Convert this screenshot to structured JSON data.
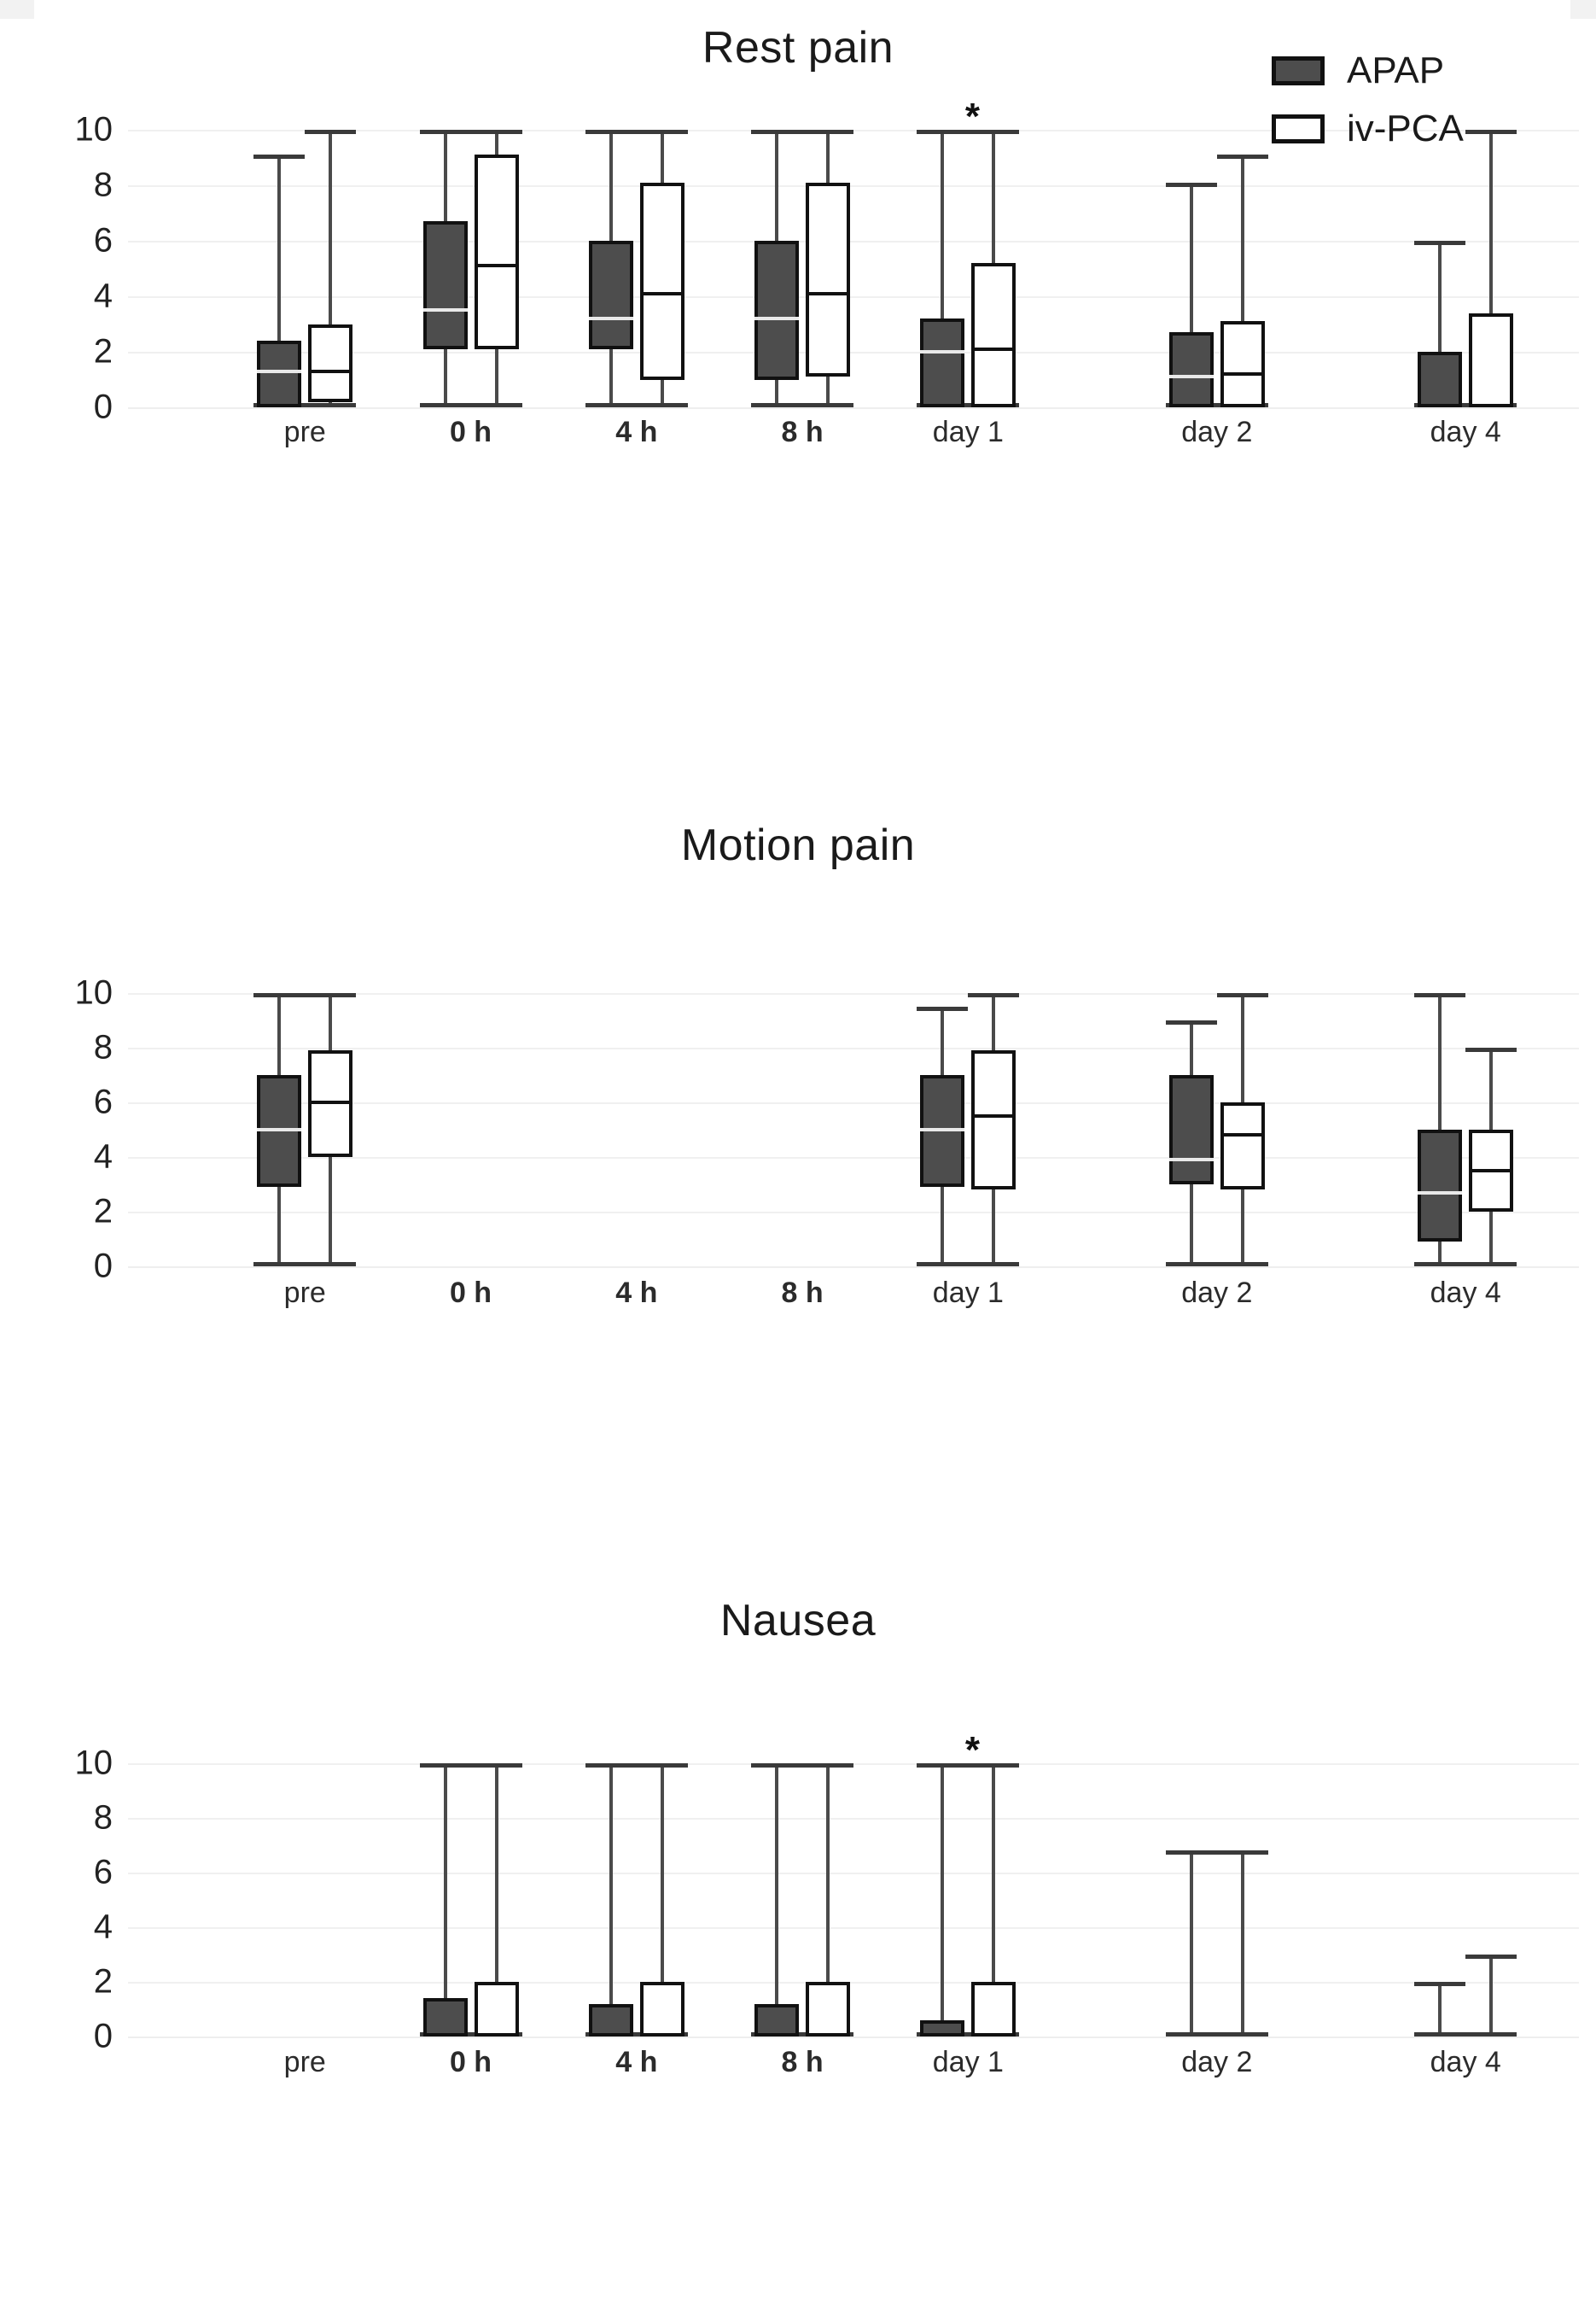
{
  "figure": {
    "legend": [
      {
        "key": "APAP",
        "label": "APAP",
        "style": "filled",
        "color": "#4d4d4d"
      },
      {
        "key": "iv-PCA",
        "label": "iv-PCA",
        "style": "open",
        "color": "#ffffff"
      }
    ],
    "significance_marker": "*"
  },
  "chart_data": [
    {
      "type": "box",
      "title": "Rest pain",
      "xlabel": "",
      "ylabel": "",
      "ylim": [
        0,
        10
      ],
      "yticks": [
        0,
        2,
        4,
        6,
        8,
        10
      ],
      "grid": true,
      "legend_position": "top-right",
      "categories": [
        "pre",
        "0 h",
        "4 h",
        "8 h",
        "day 1",
        "day 2",
        "day 4"
      ],
      "annotations": [
        {
          "text": "*",
          "category": "day 1",
          "y": 10.6
        }
      ],
      "series": [
        {
          "name": "APAP",
          "boxes": [
            {
              "category": "pre",
              "whisker_low": 0.0,
              "q1": 0.0,
              "median": 1.3,
              "q3": 2.4,
              "whisker_high": 9.1
            },
            {
              "category": "0 h",
              "whisker_low": 0.0,
              "q1": 2.1,
              "median": 3.5,
              "q3": 6.7,
              "whisker_high": 10.0
            },
            {
              "category": "4 h",
              "whisker_low": 0.0,
              "q1": 2.1,
              "median": 3.2,
              "q3": 6.0,
              "whisker_high": 10.0
            },
            {
              "category": "8 h",
              "whisker_low": 0.0,
              "q1": 1.0,
              "median": 3.2,
              "q3": 6.0,
              "whisker_high": 10.0
            },
            {
              "category": "day 1",
              "whisker_low": 0.0,
              "q1": 0.0,
              "median": 2.0,
              "q3": 3.2,
              "whisker_high": 10.0
            },
            {
              "category": "day 2",
              "whisker_low": 0.0,
              "q1": 0.0,
              "median": 1.1,
              "q3": 2.7,
              "whisker_high": 8.1
            },
            {
              "category": "day 4",
              "whisker_low": 0.0,
              "q1": 0.0,
              "median": 0.0,
              "q3": 2.0,
              "whisker_high": 6.0
            }
          ]
        },
        {
          "name": "iv-PCA",
          "boxes": [
            {
              "category": "pre",
              "whisker_low": 0.0,
              "q1": 0.2,
              "median": 1.3,
              "q3": 3.0,
              "whisker_high": 10.0
            },
            {
              "category": "0 h",
              "whisker_low": 0.0,
              "q1": 2.1,
              "median": 5.1,
              "q3": 9.1,
              "whisker_high": 10.0
            },
            {
              "category": "4 h",
              "whisker_low": 0.0,
              "q1": 1.0,
              "median": 4.1,
              "q3": 8.1,
              "whisker_high": 10.0
            },
            {
              "category": "8 h",
              "whisker_low": 0.0,
              "q1": 1.1,
              "median": 4.1,
              "q3": 8.1,
              "whisker_high": 10.0
            },
            {
              "category": "day 1",
              "whisker_low": 0.0,
              "q1": 0.0,
              "median": 2.1,
              "q3": 5.2,
              "whisker_high": 10.0
            },
            {
              "category": "day 2",
              "whisker_low": 0.0,
              "q1": 0.0,
              "median": 1.2,
              "q3": 3.1,
              "whisker_high": 9.1
            },
            {
              "category": "day 4",
              "whisker_low": 0.0,
              "q1": 0.0,
              "median": 0.0,
              "q3": 3.4,
              "whisker_high": 10.0
            }
          ]
        }
      ]
    },
    {
      "type": "box",
      "title": "Motion pain",
      "xlabel": "",
      "ylabel": "",
      "ylim": [
        0,
        10
      ],
      "yticks": [
        0,
        2,
        4,
        6,
        8,
        10
      ],
      "grid": true,
      "legend_position": "none",
      "categories": [
        "pre",
        "0 h",
        "4 h",
        "8 h",
        "day 1",
        "day 2",
        "day 4"
      ],
      "annotations": [],
      "series": [
        {
          "name": "APAP",
          "boxes": [
            {
              "category": "pre",
              "whisker_low": 0.0,
              "q1": 2.9,
              "median": 5.0,
              "q3": 7.0,
              "whisker_high": 10.0
            },
            {
              "category": "0 h",
              "no_data": true
            },
            {
              "category": "4 h",
              "no_data": true
            },
            {
              "category": "8 h",
              "no_data": true
            },
            {
              "category": "day 1",
              "whisker_low": 0.0,
              "q1": 2.9,
              "median": 5.0,
              "q3": 7.0,
              "whisker_high": 9.5
            },
            {
              "category": "day 2",
              "whisker_low": 0.0,
              "q1": 3.0,
              "median": 3.9,
              "q3": 7.0,
              "whisker_high": 9.0
            },
            {
              "category": "day 4",
              "whisker_low": 0.0,
              "q1": 0.9,
              "median": 2.7,
              "q3": 5.0,
              "whisker_high": 10.0
            }
          ]
        },
        {
          "name": "iv-PCA",
          "boxes": [
            {
              "category": "pre",
              "whisker_low": 0.0,
              "q1": 4.0,
              "median": 6.0,
              "q3": 7.9,
              "whisker_high": 10.0
            },
            {
              "category": "0 h",
              "no_data": true
            },
            {
              "category": "4 h",
              "no_data": true
            },
            {
              "category": "8 h",
              "no_data": true
            },
            {
              "category": "day 1",
              "whisker_low": 0.0,
              "q1": 2.8,
              "median": 5.5,
              "q3": 7.9,
              "whisker_high": 10.0
            },
            {
              "category": "day 2",
              "whisker_low": 0.0,
              "q1": 2.8,
              "median": 4.8,
              "q3": 6.0,
              "whisker_high": 10.0
            },
            {
              "category": "day 4",
              "whisker_low": 0.0,
              "q1": 2.0,
              "median": 3.5,
              "q3": 5.0,
              "whisker_high": 8.0
            }
          ]
        }
      ]
    },
    {
      "type": "box",
      "title": "Nausea",
      "xlabel": "",
      "ylabel": "",
      "ylim": [
        0,
        10
      ],
      "yticks": [
        0,
        2,
        4,
        6,
        8,
        10
      ],
      "grid": true,
      "legend_position": "none",
      "categories": [
        "pre",
        "0 h",
        "4 h",
        "8 h",
        "day 1",
        "day 2",
        "day 4"
      ],
      "annotations": [
        {
          "text": "*",
          "category": "day 1",
          "y": 10.6
        }
      ],
      "series": [
        {
          "name": "APAP",
          "boxes": [
            {
              "category": "pre",
              "no_data": true
            },
            {
              "category": "0 h",
              "whisker_low": 0.0,
              "q1": 0.0,
              "median": 0.0,
              "q3": 1.4,
              "whisker_high": 10.0
            },
            {
              "category": "4 h",
              "whisker_low": 0.0,
              "q1": 0.0,
              "median": 0.0,
              "q3": 1.2,
              "whisker_high": 10.0
            },
            {
              "category": "8 h",
              "whisker_low": 0.0,
              "q1": 0.0,
              "median": 0.0,
              "q3": 1.2,
              "whisker_high": 10.0
            },
            {
              "category": "day 1",
              "whisker_low": 0.0,
              "q1": 0.0,
              "median": 0.0,
              "q3": 0.6,
              "whisker_high": 10.0
            },
            {
              "category": "day 2",
              "whisker_low": 0.0,
              "q1": 0.0,
              "median": 0.0,
              "q3": 0.0,
              "whisker_high": 6.8
            },
            {
              "category": "day 4",
              "whisker_low": 0.0,
              "q1": 0.0,
              "median": 0.0,
              "q3": 0.0,
              "whisker_high": 2.0
            }
          ]
        },
        {
          "name": "iv-PCA",
          "boxes": [
            {
              "category": "pre",
              "no_data": true
            },
            {
              "category": "0 h",
              "whisker_low": 0.0,
              "q1": 0.0,
              "median": 0.0,
              "q3": 2.0,
              "whisker_high": 10.0
            },
            {
              "category": "4 h",
              "whisker_low": 0.0,
              "q1": 0.0,
              "median": 0.0,
              "q3": 2.0,
              "whisker_high": 10.0
            },
            {
              "category": "8 h",
              "whisker_low": 0.0,
              "q1": 0.0,
              "median": 0.0,
              "q3": 2.0,
              "whisker_high": 10.0
            },
            {
              "category": "day 1",
              "whisker_low": 0.0,
              "q1": 0.0,
              "median": 0.0,
              "q3": 2.0,
              "whisker_high": 10.0
            },
            {
              "category": "day 2",
              "whisker_low": 0.0,
              "q1": 0.0,
              "median": 0.0,
              "q3": 0.0,
              "whisker_high": 6.8
            },
            {
              "category": "day 4",
              "whisker_low": 0.0,
              "q1": 0.0,
              "median": 0.0,
              "q3": 0.0,
              "whisker_high": 3.0
            }
          ]
        }
      ]
    }
  ]
}
